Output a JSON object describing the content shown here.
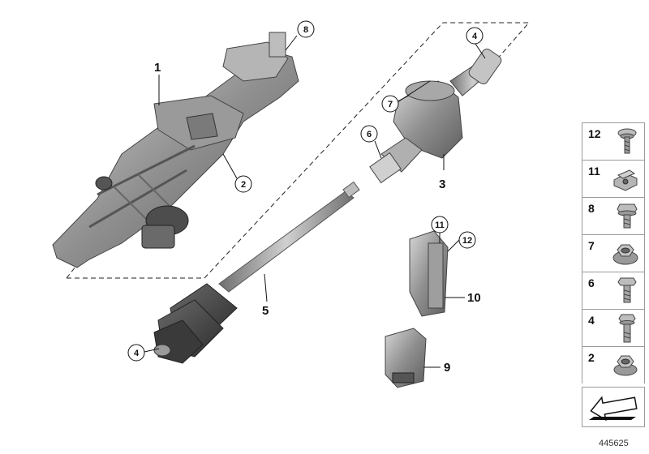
{
  "diagram": {
    "callouts": {
      "c1": "1",
      "c2": "2",
      "c3": "3",
      "c4a": "4",
      "c4b": "4",
      "c5": "5",
      "c6": "6",
      "c7": "7",
      "c8": "8",
      "c9": "9",
      "c10": "10",
      "c11": "11",
      "c12": "12"
    }
  },
  "parts_panel": {
    "items": [
      {
        "number": "12",
        "icon": "screw-with-washer-icon"
      },
      {
        "number": "11",
        "icon": "clip-nut-icon"
      },
      {
        "number": "8",
        "icon": "flange-bolt-icon"
      },
      {
        "number": "7",
        "icon": "hex-flange-nut-icon"
      },
      {
        "number": "6",
        "icon": "hex-bolt-icon"
      },
      {
        "number": "4",
        "icon": "flange-bolt-long-icon"
      },
      {
        "number": "2",
        "icon": "hex-nut-icon"
      }
    ],
    "arrow_icon": "direction-arrow-icon"
  },
  "document_number": "445625",
  "colors": {
    "part_metal": "#8e8e8e",
    "part_dark": "#4a4a4a",
    "part_light": "#c8c8c8",
    "lines": "#111111"
  }
}
